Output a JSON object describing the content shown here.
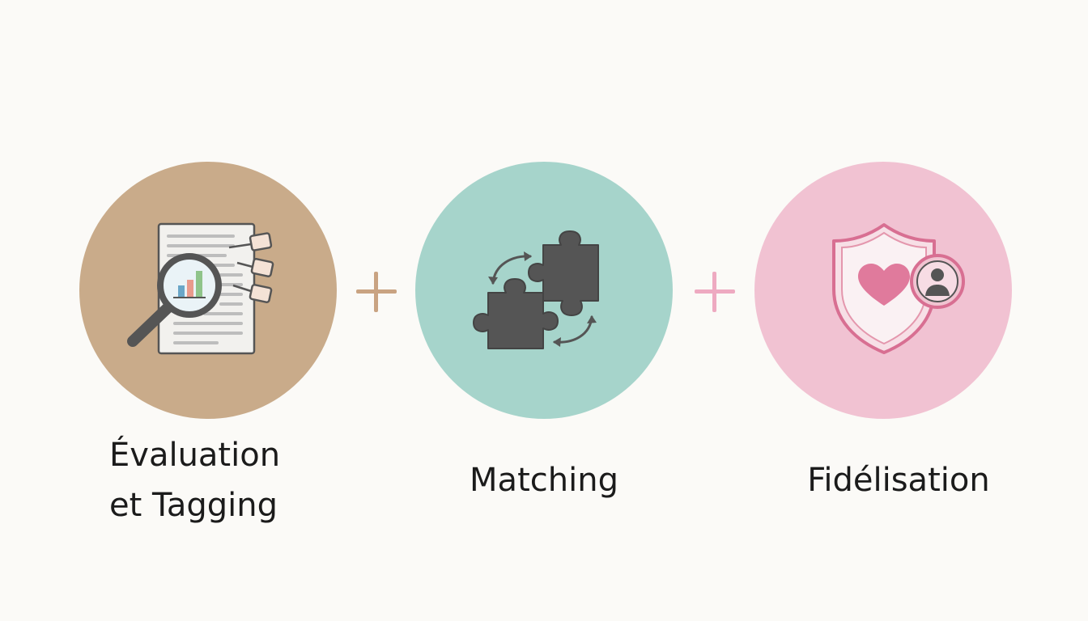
{
  "colors": {
    "background": "#fbfaf7",
    "step1": "#c9ab8a",
    "step2": "#a6d4cb",
    "step3": "#f1c2d2",
    "plus1": "#c9a382",
    "plus2": "#eeaac1",
    "icon_dark": "#555555",
    "icon_pink": "#e07a9c",
    "icon_accent_blue": "#6aa6c8"
  },
  "steps": [
    {
      "icon": "document-magnifier-tags-icon",
      "label_line1": "Évaluation",
      "label_line2": "et Tagging"
    },
    {
      "icon": "puzzle-exchange-icon",
      "label": "Matching"
    },
    {
      "icon": "shield-heart-user-icon",
      "label": "Fidélisation"
    }
  ],
  "connectors": [
    "plus-icon",
    "plus-icon"
  ]
}
